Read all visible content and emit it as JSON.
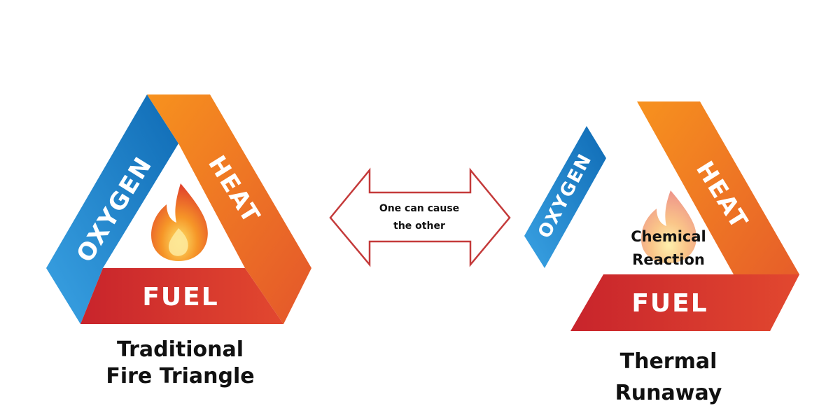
{
  "left_diagram": {
    "labels": {
      "oxygen": "OXYGEN",
      "heat": "HEAT",
      "fuel": "FUEL"
    },
    "caption": [
      "Traditional",
      "Fire Triangle"
    ]
  },
  "middle_arrow": {
    "text": [
      "One can cause",
      "the other"
    ]
  },
  "right_diagram": {
    "labels": {
      "oxygen": "OXYGEN",
      "heat": "HEAT",
      "fuel": "FUEL"
    },
    "center_text": [
      "Chemical",
      "Reaction"
    ],
    "caption": [
      "Thermal",
      "Runaway"
    ]
  },
  "colors": {
    "oxygen_blue": "#1e8fd8",
    "oxygen_blue_dark": "#0f6bb5",
    "heat_orange": "#f38a1e",
    "heat_orange_dark": "#e4572a",
    "fuel_red": "#c8262c",
    "fuel_red_light": "#e0432f",
    "arrow_outline": "#c43a3a",
    "flame_orange": "#f48a1f",
    "flame_yellow": "#fcd24a",
    "flame_red": "#e0442b"
  },
  "icons": [
    "flame-icon",
    "double-arrow-icon"
  ]
}
